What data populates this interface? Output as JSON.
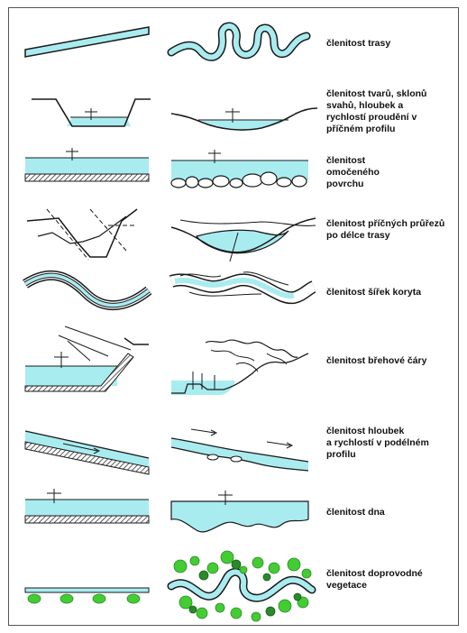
{
  "colors": {
    "water": "#a9ecf0",
    "line": "#1a1a1a",
    "hatch": "#333333",
    "vegetation": "#44cc33",
    "vegetation_dark": "#2a8a2a"
  },
  "rows": [
    {
      "id": "trasy",
      "label": "členitost trasy"
    },
    {
      "id": "profil",
      "label": "členitost tvarů, sklonů\nsvahů, hloubek a\nrychlostí proudění  v\npříčném profilu"
    },
    {
      "id": "omoceni",
      "label": "členitost\nomočeného\npovrchu"
    },
    {
      "id": "prurezy",
      "label": "členitost příčných průřezů\npo délce trasy"
    },
    {
      "id": "sirky",
      "label": "členitost šířek koryta"
    },
    {
      "id": "brehy",
      "label": "členitost břehové čáry"
    },
    {
      "id": "hloubky",
      "label": "členitost hloubek\na rychlostí v podélném\nprofilu"
    },
    {
      "id": "dno",
      "label": "členitost dna"
    },
    {
      "id": "vegetace",
      "label": "členitost doprovodné\nvegetace"
    }
  ]
}
